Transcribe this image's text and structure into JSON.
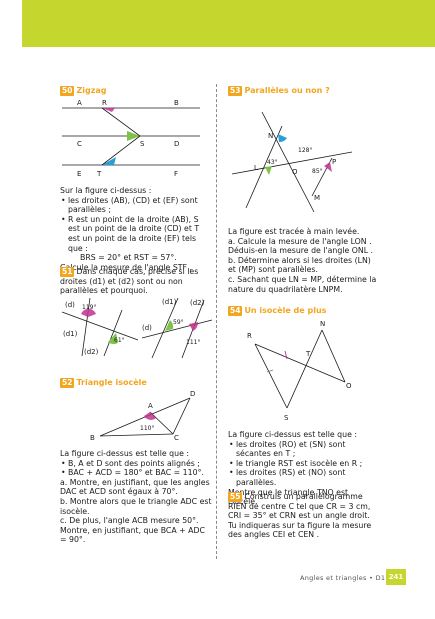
{
  "footer": {
    "chapter": "Angles et triangles • D1",
    "page": "241"
  },
  "ex50": {
    "num": "50",
    "title": "Zigzag",
    "labels": {
      "A": "A",
      "R": "R",
      "B": "B",
      "C": "C",
      "S": "S",
      "D": "D",
      "E": "E",
      "T": "T",
      "F": "F"
    },
    "lines": [
      "Sur la figure ci-dessus :",
      "les droites (AB), (CD) et (EF) sont parallèles ;",
      "R est un point de la droite (AB), S est un point de la droite (CD) et T est un point de la droite (EF) tels que :",
      "BRS = 20° et RST = 57°.",
      "Calcule la mesure de l'angle STF ."
    ]
  },
  "ex51": {
    "num": "51",
    "text": "Dans chaque cas, précise si les droites (d1) et (d2) sont ou non parallèles et pourquoi.",
    "fig1": {
      "d": "(d)",
      "d1": "(d1)",
      "d2": "(d2)",
      "a1": "119°",
      "a2": "61°"
    },
    "fig2": {
      "d": "(d)",
      "d1": "(d1)",
      "d2": "(d2)",
      "a1": "59°",
      "a2": "111°"
    }
  },
  "ex52": {
    "num": "52",
    "title": "Triangle isocèle",
    "labels": {
      "A": "A",
      "B": "B",
      "C": "C",
      "D": "D",
      "angle": "110°"
    },
    "lines": [
      "La figure ci-dessus est telle que :",
      "B, A et D sont des points alignés ;",
      "BAC + ACD = 180° et BAC = 110°.",
      "a. Montre, en justifiant, que les angles DAC et ACD sont égaux à 70°.",
      "b. Montre alors que le triangle ADC est isocèle.",
      "c. De plus, l'angle ACB mesure 50°. Montre, en justifiant, que BCA + ADC = 90°."
    ]
  },
  "ex53": {
    "num": "53",
    "title": "Parallèles ou non ?",
    "labels": {
      "N": "N",
      "L": "L",
      "O": "O",
      "P": "P",
      "M": "M",
      "a1": "128°",
      "a2": "43°",
      "a3": "85°"
    },
    "lines": [
      "La figure est tracée à main levée.",
      "a. Calcule la mesure de l'angle LON .",
      "Déduis-en la mesure de l'angle ONL .",
      "b. Détermine alors si les droites (LN) et (MP) sont parallèles.",
      "c. Sachant que LN = MP, détermine la nature du quadrilatère LNPM."
    ]
  },
  "ex54": {
    "num": "54",
    "title": "Un isocèle de plus",
    "labels": {
      "R": "R",
      "N": "N",
      "T": "T",
      "O": "O",
      "S": "S"
    },
    "lines": [
      "La figure ci-dessus est telle que :",
      "les droites (RO) et (SN) sont sécantes en T ;",
      "le triangle RST est isocèle en R ;",
      "les droites (RS) et (NO) sont parallèles.",
      "Montre que le triangle TNO est isocèle."
    ]
  },
  "ex55": {
    "num": "55",
    "text": "Construis un parallélogramme RIEN de centre C tel que CR = 3 cm, CRI = 35° et CRN est un angle droit.",
    "text2": "Tu indiqueras sur ta figure la mesure des angles CEI et CEN ."
  },
  "colors": {
    "accent": "#f2a51e",
    "green": "#c5d62e",
    "angle_green": "#7ec24a",
    "angle_pink": "#c0338f",
    "angle_blue": "#2a9fd6"
  }
}
